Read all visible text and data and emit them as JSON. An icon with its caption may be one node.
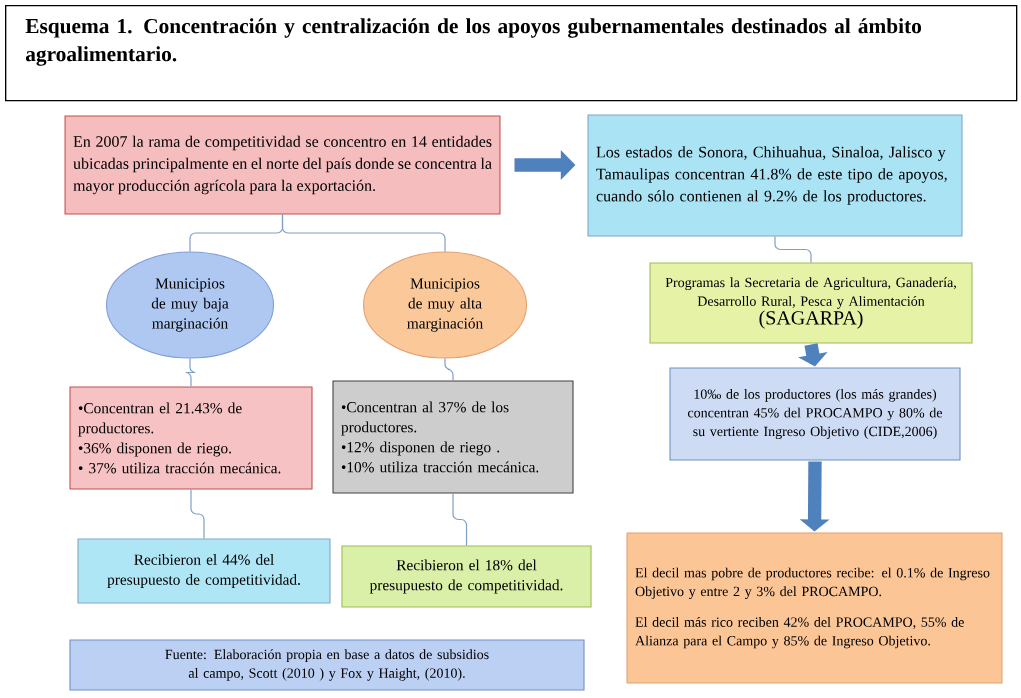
{
  "diagram": {
    "title": "Esquema 1. Concentración y centralización de los apoyos gubernamentales destinados al ámbito agroalimentario.",
    "nodes": [
      {
        "text": [
          "En 2007 la rama de competitividad se concentro en 14 entidades ubicadas principalmente en el norte del país donde se concentra la mayor producción agrícola para la exportación."
        ]
      },
      {
        "text": [
          "Los estados de Sonora, Chihuahua, Sinaloa, Jalisco y Tamaulipas concentran 41.8% de este tipo de apoyos, cuando sólo contienen al 9.2% de los productores."
        ]
      },
      {
        "text": [
          "Municipios de muy baja marginación"
        ]
      },
      {
        "text": [
          "Municipios de muy alta marginación"
        ]
      },
      {
        "text": [
          "•Concentran el 21.43% de productores.",
          "•36% disponen de riego.",
          "• 37% utiliza tracción mecánica."
        ]
      },
      {
        "text": [
          "•Concentran al 37% de los productores.",
          "•12% disponen de riego .",
          "•10% utiliza tracción mecánica."
        ]
      },
      {
        "text": [
          "Recibieron el 44% del presupuesto de competitividad."
        ]
      },
      {
        "text": [
          "Recibieron el 18% del presupuesto de competitividad."
        ]
      },
      {
        "text": [
          "Programas la Secretaria de Agricultura, Ganadería, Desarrollo Rural, Pesca y Alimentación",
          "(SAGARPA)"
        ]
      },
      {
        "text": [
          "10‰ de los productores (los más grandes) concentran 45% del PROCAMPO y 80% de su vertiente Ingreso Objetivo (CIDE,2006)"
        ]
      },
      {
        "text": [
          "El decil mas pobre de productores recibe: el 0.1% de Ingreso Objetivo y entre 2 y 3% del PROCAMPO.",
          "El decil más rico reciben 42% del PROCAMPO, 55% de Alianza para el Campo y 85% de Ingreso Objetivo."
        ]
      },
      {
        "text": [
          "Fuente: Elaboración propia en base a datos de subsidios al campo, Scott (2010 ) y Fox y Haight, (2010)."
        ]
      }
    ],
    "edges": [
      {
        "from": 0,
        "to": 1,
        "arrow": "to",
        "style": "thick",
        "color": "#4f81bd"
      },
      {
        "from": 0,
        "to": 2,
        "arrow": "none"
      },
      {
        "from": 0,
        "to": 3,
        "arrow": "none"
      },
      {
        "from": 2,
        "to": 4,
        "arrow": "none"
      },
      {
        "from": 3,
        "to": 5,
        "arrow": "none"
      },
      {
        "from": 4,
        "to": 6,
        "arrow": "none"
      },
      {
        "from": 5,
        "to": 7,
        "arrow": "none"
      },
      {
        "from": 1,
        "to": 8,
        "arrow": "none"
      },
      {
        "from": 8,
        "to": 9,
        "arrow": "to",
        "style": "thick",
        "color": "#4f81bd"
      },
      {
        "from": 9,
        "to": 10,
        "arrow": "to",
        "style": "thick",
        "color": "#4f81bd"
      }
    ]
  }
}
